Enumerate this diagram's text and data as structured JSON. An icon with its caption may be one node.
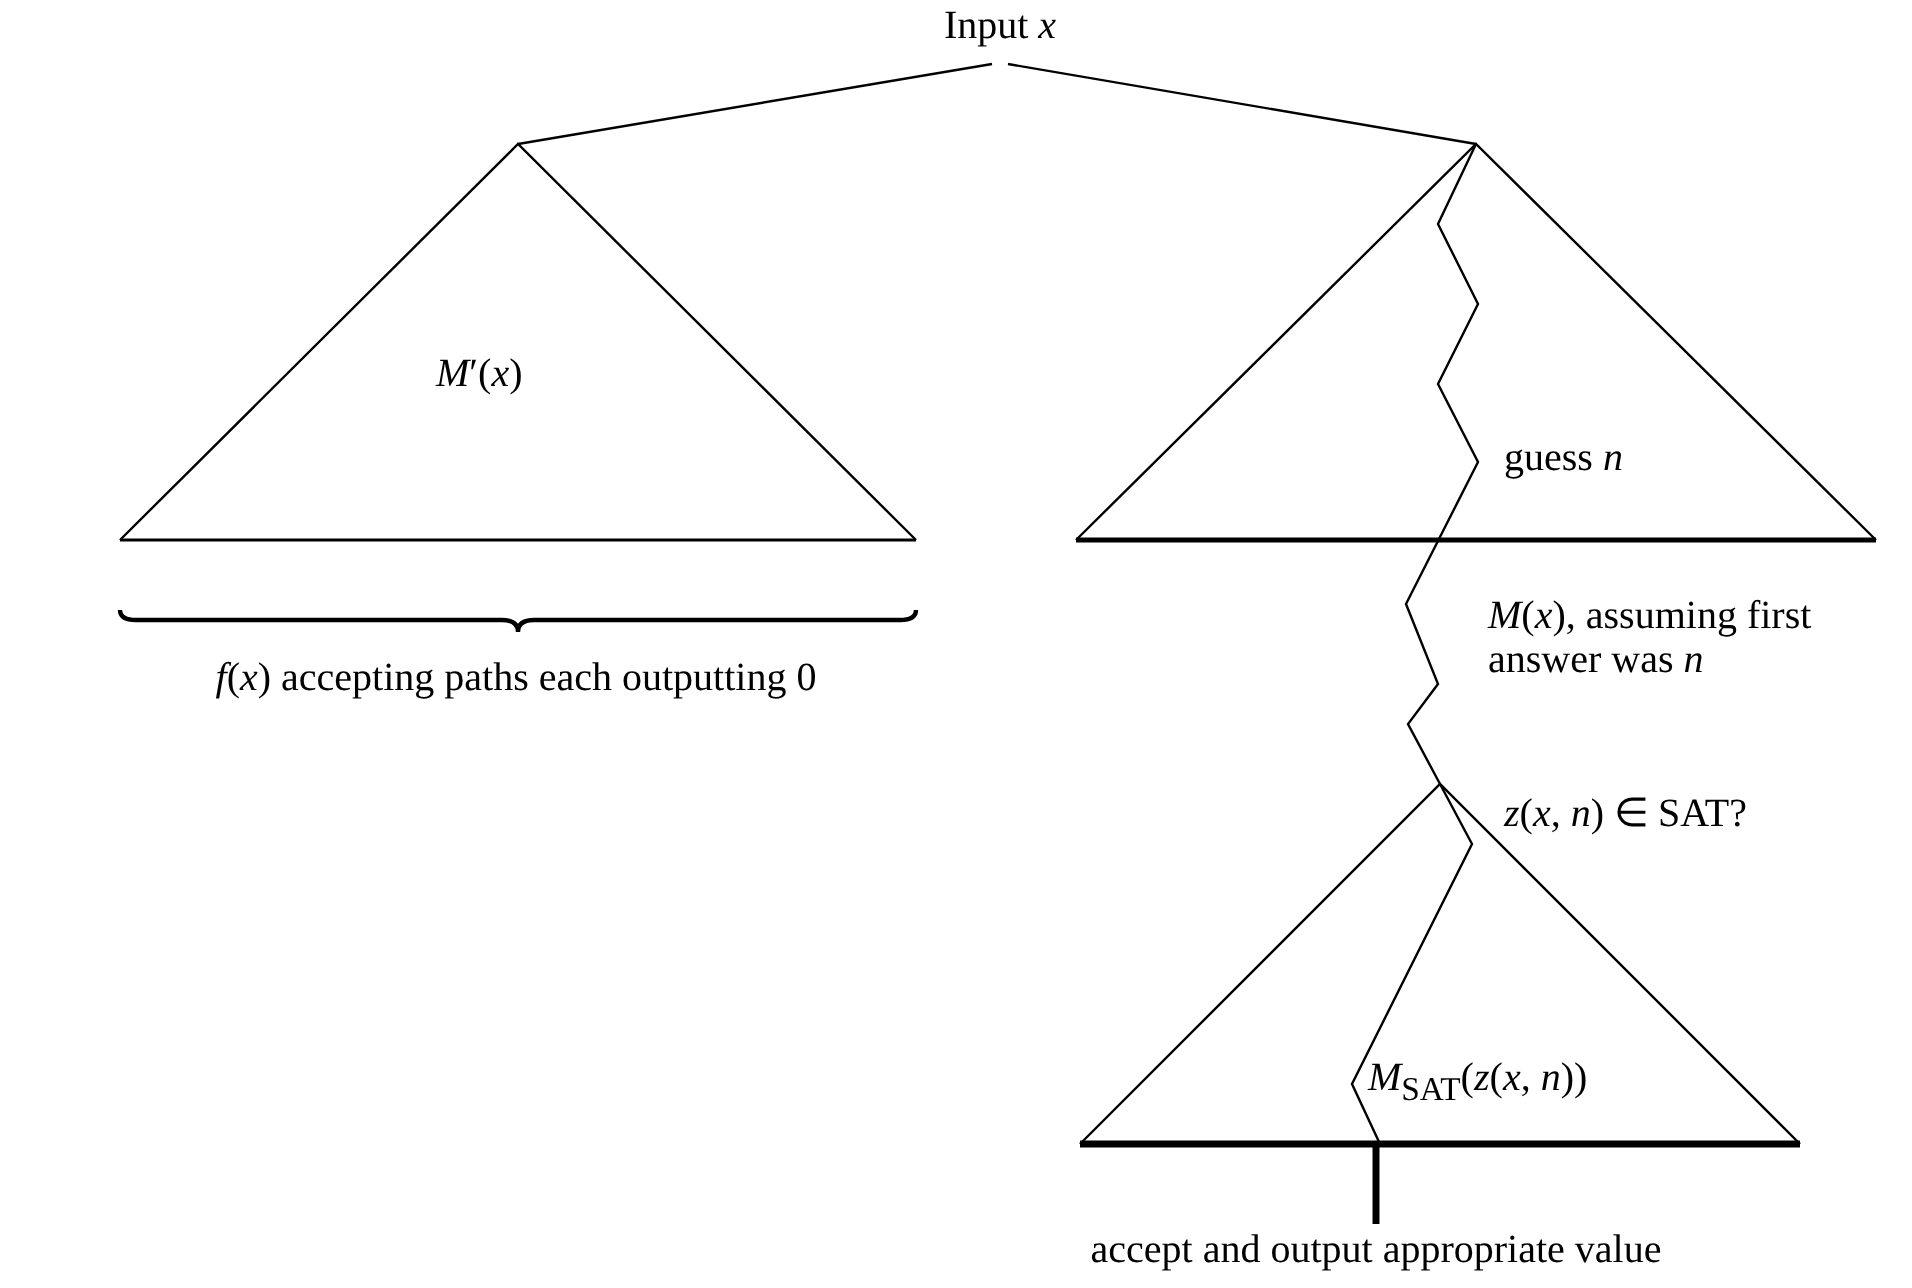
{
  "diagram": {
    "nodes": [
      {
        "text": [
          "Input *x*"
        ]
      },
      {
        "text": [
          "*M*′(*x*)"
        ],
        "beside": [
          "*f*(*x*) accepting paths each outputting 0"
        ]
      },
      {
        "text": [
          "guess *n*"
        ]
      },
      {
        "text": [
          "*M*$_{SAT}$(*z*(*x*, *n*))"
        ]
      },
      {
        "text": [
          "accept and output appropriate value"
        ]
      }
    ],
    "edges": [
      {
        "from": 0,
        "to": 1,
        "arrow": "none"
      },
      {
        "from": 0,
        "to": 2,
        "arrow": "none"
      },
      {
        "from": 2,
        "to": 3,
        "arrow": "none"
      },
      {
        "from": 3,
        "to": 4,
        "arrow": "none",
        "style": "thick"
      }
    ],
    "labels": [
      "*M*(*x*), assuming first answer was *n*",
      "*z*(*x*, *n*) ∈ SAT?"
    ]
  }
}
